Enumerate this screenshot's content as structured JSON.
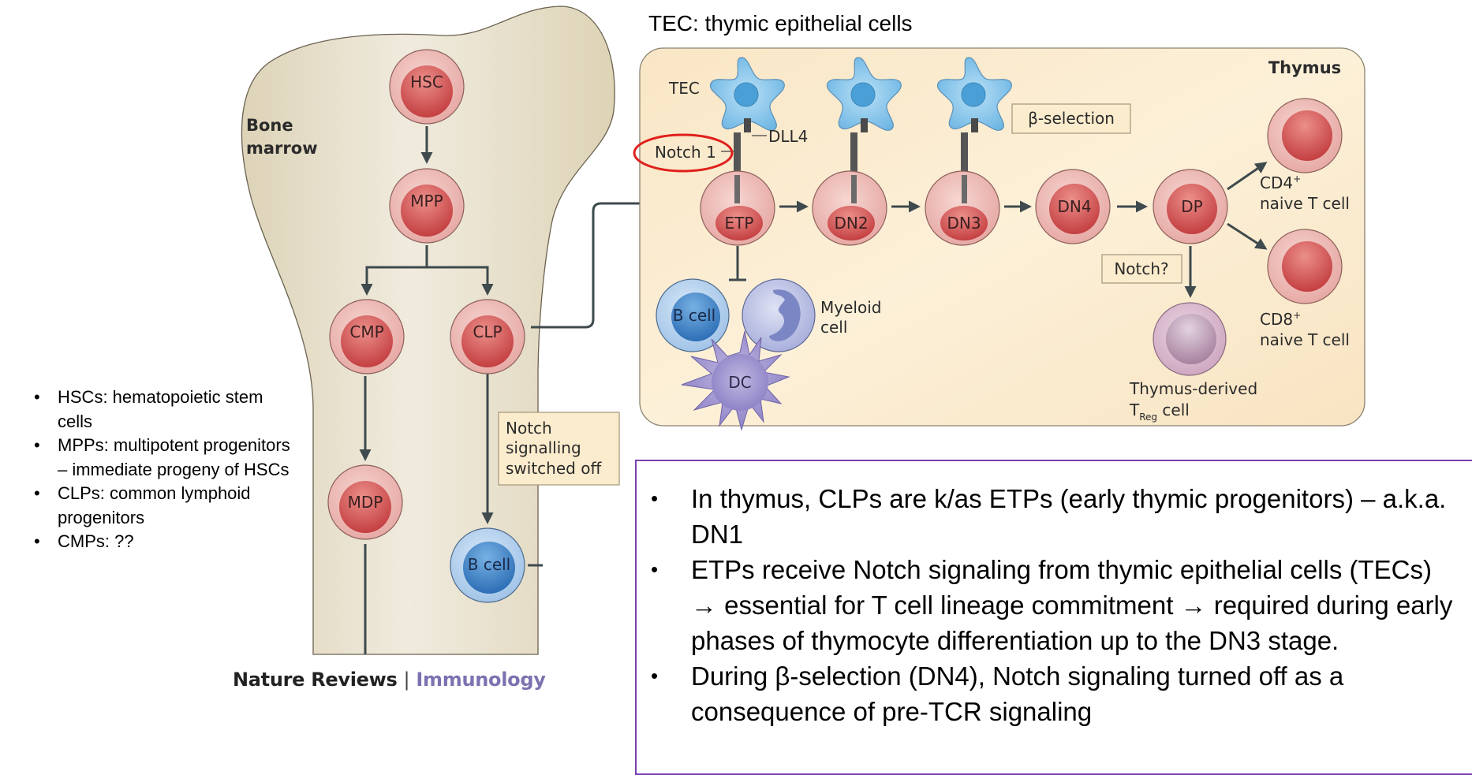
{
  "title": "TEC: thymic epithelial cells",
  "colors": {
    "bone_fill": "#e4dcc4",
    "thymus_fill": "#fbeacb",
    "t_cell_fill": "#d2595a",
    "b_cell_fill": "#3f86c9",
    "tec_fill": "#7cc0e8",
    "dc_fill": "#9b8fcb",
    "highlight_ellipse": "#e0201c",
    "notes_border": "#7a3fb0",
    "journal_name": "#7d72b0"
  },
  "bone_marrow": {
    "label": [
      "Bone",
      "marrow"
    ],
    "cells": {
      "hsc": "HSC",
      "mpp": "MPP",
      "cmp": "CMP",
      "clp": "CLP",
      "mdp": "MDP",
      "b_cell": "B cell"
    },
    "notch_off_box": [
      "Notch",
      "signalling",
      "switched off"
    ]
  },
  "thymus": {
    "label": "Thymus",
    "tec_label": "TEC",
    "dll4_label": "DLL4",
    "notch1_label": "Notch 1",
    "beta_selection_label": "β-selection",
    "notch_question_label": "Notch?",
    "cells": {
      "etp": "ETP",
      "dn2": "DN2",
      "dn3": "DN3",
      "dn4": "DN4",
      "dp": "DP",
      "b_cell": "B cell",
      "dc": "DC"
    },
    "myeloid_label": [
      "Myeloid",
      "cell"
    ],
    "cd4_label": {
      "name": "CD4",
      "sup": "+",
      "desc": "naive T cell"
    },
    "cd8_label": {
      "name": "CD8",
      "sup": "+",
      "desc": "naive T cell"
    },
    "treg_label": {
      "line1": "Thymus-derived",
      "t": "T",
      "sub": "Reg",
      "rest": " cell"
    }
  },
  "caption": {
    "publisher": "Nature Reviews",
    "separator": "|",
    "journal": "Immunology"
  },
  "left_notes": [
    "HSCs: hematopoietic stem cells",
    "MPPs: multipotent progenitors – immediate progeny of HSCs",
    "CLPs: common lymphoid progenitors",
    "CMPs: ??"
  ],
  "main_notes": [
    "In thymus, CLPs are k/as ETPs (early thymic progenitors) – a.k.a.\nDN1",
    "ETPs receive Notch signaling from thymic epithelial cells (TECs)\n→ essential for T cell lineage commitment → required during early\nphases of thymocyte differentiation up to the DN3 stage.",
    "During β-selection (DN4), Notch signaling turned off as a\nconsequence of pre-TCR signaling"
  ]
}
